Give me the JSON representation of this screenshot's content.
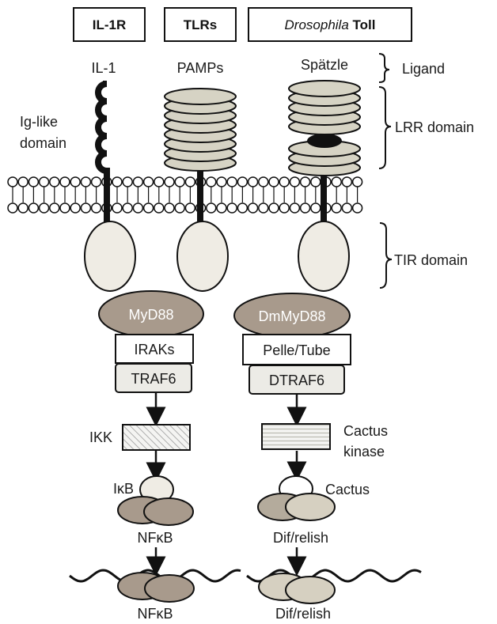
{
  "headers": {
    "col1": "IL-1R",
    "col2": "TLRs",
    "col3_italic": "Drosophila",
    "col3_rest": " Toll"
  },
  "ligands": {
    "col1": "IL-1",
    "col2": "PAMPs",
    "col3": "Spätzle"
  },
  "side_labels": {
    "ligand": "Ligand",
    "lrr": "LRR domain",
    "tir": "TIR domain",
    "ig_line1": "Ig-like",
    "ig_line2": "domain"
  },
  "left_path": {
    "adaptor": "MyD88",
    "kinase": "IRAKs",
    "traf": "TRAF6",
    "ikk": "IKK",
    "inhibitor": "IκB",
    "tf_cytoplasm": "NFκB",
    "tf_nucleus": "NFκB"
  },
  "right_path": {
    "adaptor": "DmMyD88",
    "kinase": "Pelle/Tube",
    "traf": "DTRAF6",
    "kinase2_line1": "Cactus",
    "kinase2_line2": "kinase",
    "inhibitor": "Cactus",
    "tf_cytoplasm": "Dif/relish",
    "tf_nucleus": "Dif/relish"
  },
  "colors": {
    "adaptor_fill": "#a89a8c",
    "tf_fill": "#b4ab9c",
    "tf_fill_light": "#d6d0c1",
    "lrr_fill": "#d6d3c4",
    "tir_fill": "#efece4",
    "traf_fill": "#ecebe6",
    "stroke": "#1a1a1a"
  }
}
